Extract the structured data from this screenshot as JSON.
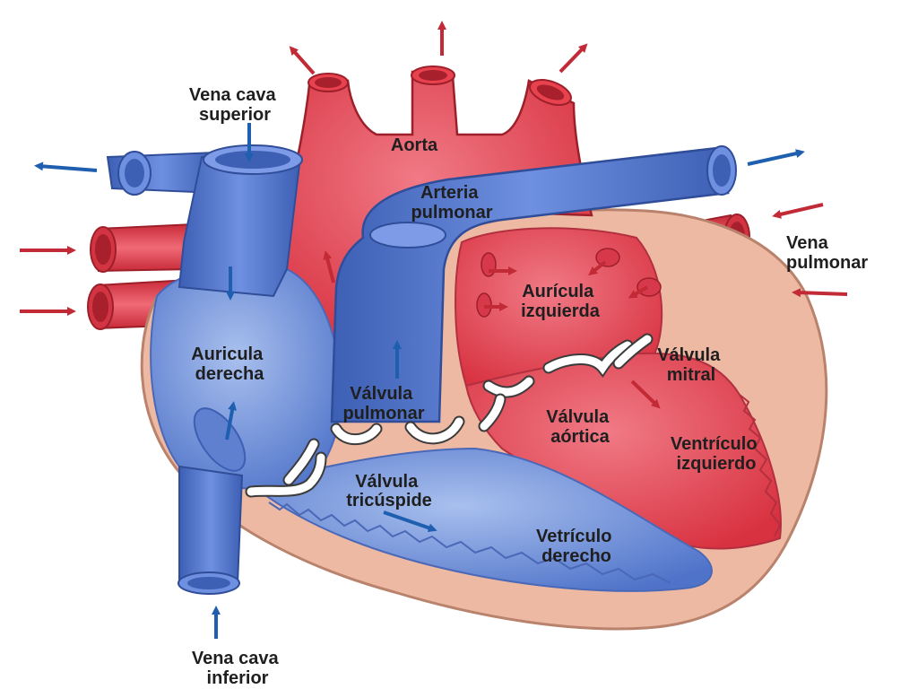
{
  "diagram": {
    "labels": {
      "vena_cava_superior": [
        "Vena cava",
        "superior"
      ],
      "aorta": [
        "Aorta"
      ],
      "arteria_pulmonar": [
        "Arteria",
        "pulmonar"
      ],
      "vena_pulmonar": [
        "Vena",
        "pulmonar"
      ],
      "auricula_izquierda": [
        "Aurícula",
        "izquierda"
      ],
      "auricula_derecha": [
        "Auricula",
        "derecha"
      ],
      "valvula_mitral": [
        "Válvula",
        "mitral"
      ],
      "valvula_pulmonar": [
        "Válvula",
        "pulmonar"
      ],
      "valvula_aortica": [
        "Válvula",
        "aórtica"
      ],
      "ventriculo_izquierdo": [
        "Ventrículo",
        "izquierdo"
      ],
      "valvula_tricuspide": [
        "Válvula",
        "tricúspide"
      ],
      "ventriculo_derecho": [
        "Vetrículo",
        "derecho"
      ],
      "vena_cava_inferior": [
        "Vena cava",
        "inferior"
      ]
    },
    "colors": {
      "oxygenated_blood": "#e8424f",
      "deoxygenated_blood": "#5c7fd6",
      "heart_wall": "#edb9a3",
      "valve": "#ffffff",
      "red_arrow": "#c22a36",
      "blue_arrow": "#1f5fb0"
    }
  }
}
